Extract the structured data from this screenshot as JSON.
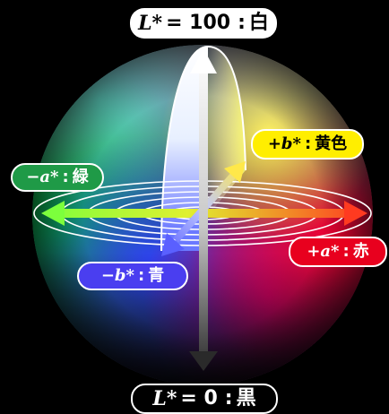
{
  "colors": {
    "white": "#ffffff",
    "black": "#000000",
    "green": "#1f9a47",
    "yellow": "#ffee00",
    "red": "#e8001e",
    "blue": "#4a3ef0"
  },
  "labels": {
    "top": {
      "var": "L*",
      "op": "= 100",
      "name": "白"
    },
    "bottom": {
      "var": "L*",
      "op": "= 0",
      "name": "黒"
    },
    "green": {
      "var": "−a*",
      "name": "緑"
    },
    "yellow": {
      "var": "+b*",
      "name": "黄色"
    },
    "red": {
      "var": "+a*",
      "name": "赤"
    },
    "blue": {
      "var": "−b*",
      "name": "青"
    }
  }
}
